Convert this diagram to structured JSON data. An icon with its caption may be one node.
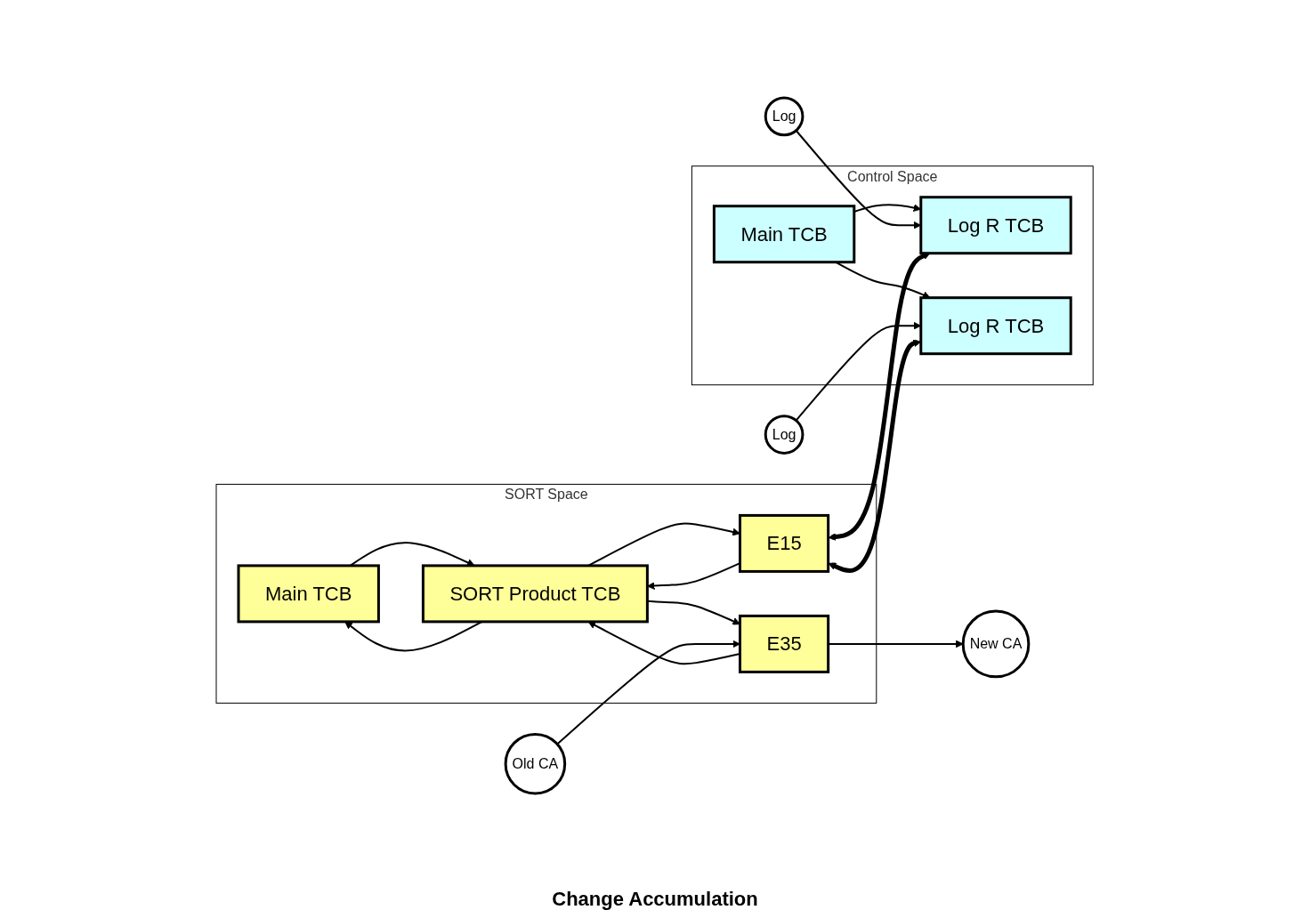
{
  "diagram": {
    "nodes": [
      {
        "text": [
          "Control Space"
        ]
      },
      {
        "text": [
          "Main TCB"
        ],
        "in": 0
      },
      {
        "text": [
          "Log R TCB"
        ],
        "in": 0
      },
      {
        "text": [
          "Log R TCB"
        ],
        "in": 0
      },
      {
        "text": [
          "Log"
        ]
      },
      {
        "text": [
          "Log"
        ]
      },
      {
        "text": [
          "SORT Space"
        ]
      },
      {
        "text": [
          "Main TCB"
        ],
        "in": 6
      },
      {
        "text": [
          "SORT Product TCB"
        ],
        "in": 6
      },
      {
        "text": [
          "E15"
        ],
        "in": 6
      },
      {
        "text": [
          "E35"
        ],
        "in": 6
      },
      {
        "text": [
          "Old CA"
        ]
      },
      {
        "text": [
          "New CA"
        ]
      }
    ],
    "edges": [
      {
        "from": 1,
        "to": 2,
        "arrow": "to"
      },
      {
        "from": 1,
        "to": 3,
        "arrow": "to"
      },
      {
        "from": 4,
        "to": 2,
        "arrow": "to"
      },
      {
        "from": 5,
        "to": 3,
        "arrow": "to"
      },
      {
        "from": 9,
        "to": 2,
        "arrow": "both",
        "style": "thick"
      },
      {
        "from": 9,
        "to": 3,
        "arrow": "both",
        "style": "thick"
      },
      {
        "from": 7,
        "to": 8,
        "arrow": "to"
      },
      {
        "from": 8,
        "to": 7,
        "arrow": "to"
      },
      {
        "from": 8,
        "to": 9,
        "arrow": "to"
      },
      {
        "from": 9,
        "to": 8,
        "arrow": "to"
      },
      {
        "from": 8,
        "to": 10,
        "arrow": "to"
      },
      {
        "from": 10,
        "to": 8,
        "arrow": "to"
      },
      {
        "from": 11,
        "to": 10,
        "arrow": "to"
      },
      {
        "from": 10,
        "to": 12,
        "arrow": "to"
      }
    ],
    "labels": [
      "Change Accumulation"
    ]
  }
}
